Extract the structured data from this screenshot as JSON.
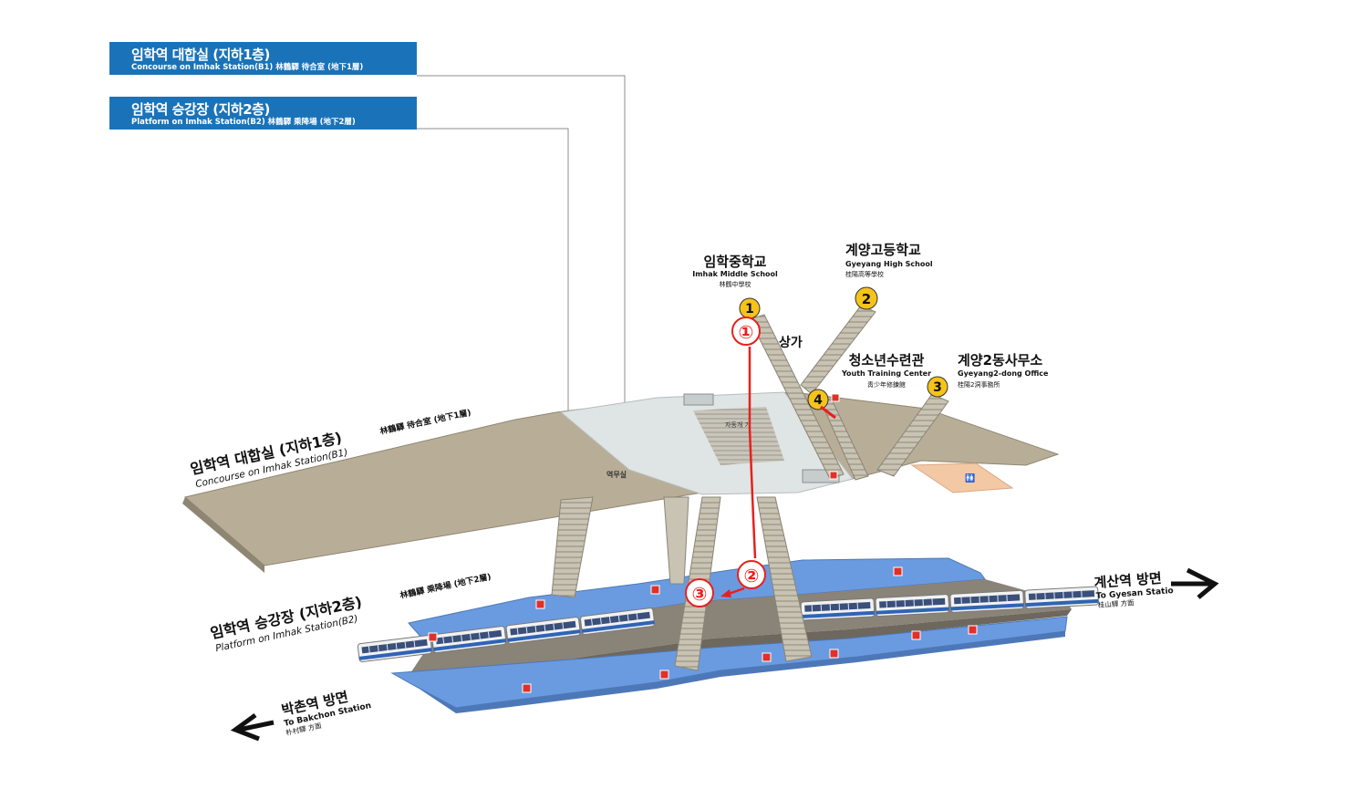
{
  "legend": [
    {
      "ko": "임학역 대합실 (지하1층)",
      "en": "Concourse on Imhak Station(B1)  林鶴驛 待合室 (地下1層)"
    },
    {
      "ko": "임학역 승강장 (지하2층)",
      "en": "Platform on Imhak Station(B2)  林鶴驛 乘降場 (地下2層)"
    }
  ],
  "concourse_label": {
    "ko": "임학역 대합실 (지하1층)",
    "en": "Concourse on Imhak Station(B1)",
    "han": "林鶴驛 待合室 (地下1層)"
  },
  "platform_label": {
    "ko": "임학역 승강장 (지하2층)",
    "en": "Platform on Imhak Station(B2)",
    "han": "林鶴驛 乘降場 (地下2層)"
  },
  "exits": [
    {
      "num": "1",
      "ko": "임학중학교",
      "en": "Imhak Middle School",
      "han": "林鶴中學校"
    },
    {
      "num": "2",
      "ko": "계양고등학교",
      "en": "Gyeyang High School",
      "han": "桂陽高等學校"
    },
    {
      "num": "3",
      "ko": "계양2동사무소",
      "en": "Gyeyang2-dong Office",
      "han": "桂陽2洞事務所"
    },
    {
      "num": "4",
      "ko": "청소년수련관",
      "en": "Youth Training Center",
      "han": "靑少年修鍊館"
    }
  ],
  "shop_label": "상가",
  "station_office": "역무실",
  "ticket_machine": "자동개 기",
  "route_steps": [
    "①",
    "②",
    "③"
  ],
  "direction_east": {
    "ko": "계산역 방면",
    "en": "To Gyesan Statio",
    "han": "桂山驛 方面"
  },
  "direction_west": {
    "ko": "박촌역 방면",
    "en": "To Bakchon Station",
    "han": "朴村驛 方面"
  },
  "colors": {
    "legend_bg": "#1a73b8",
    "concourse": "#b8ae98",
    "concourse_center": "#dfe4e4",
    "platform": "#6a9be0",
    "route": "#e8201e",
    "exit_badge": "#f5c31a"
  }
}
